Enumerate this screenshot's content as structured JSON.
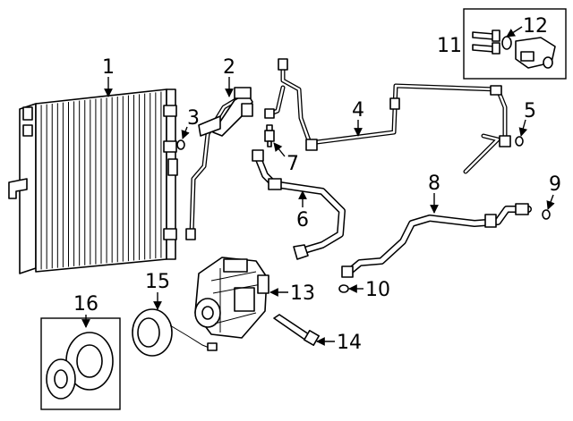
{
  "diagram": {
    "callouts": [
      {
        "id": "c1",
        "label": "1"
      },
      {
        "id": "c2",
        "label": "2"
      },
      {
        "id": "c3",
        "label": "3"
      },
      {
        "id": "c4",
        "label": "4"
      },
      {
        "id": "c5",
        "label": "5"
      },
      {
        "id": "c6",
        "label": "6"
      },
      {
        "id": "c7",
        "label": "7"
      },
      {
        "id": "c8",
        "label": "8"
      },
      {
        "id": "c9",
        "label": "9"
      },
      {
        "id": "c10",
        "label": "10"
      },
      {
        "id": "c11",
        "label": "11"
      },
      {
        "id": "c12",
        "label": "12"
      },
      {
        "id": "c13",
        "label": "13"
      },
      {
        "id": "c14",
        "label": "14"
      },
      {
        "id": "c15",
        "label": "15"
      },
      {
        "id": "c16",
        "label": "16"
      }
    ]
  },
  "colors": {
    "line": "#000000",
    "background": "#ffffff"
  }
}
